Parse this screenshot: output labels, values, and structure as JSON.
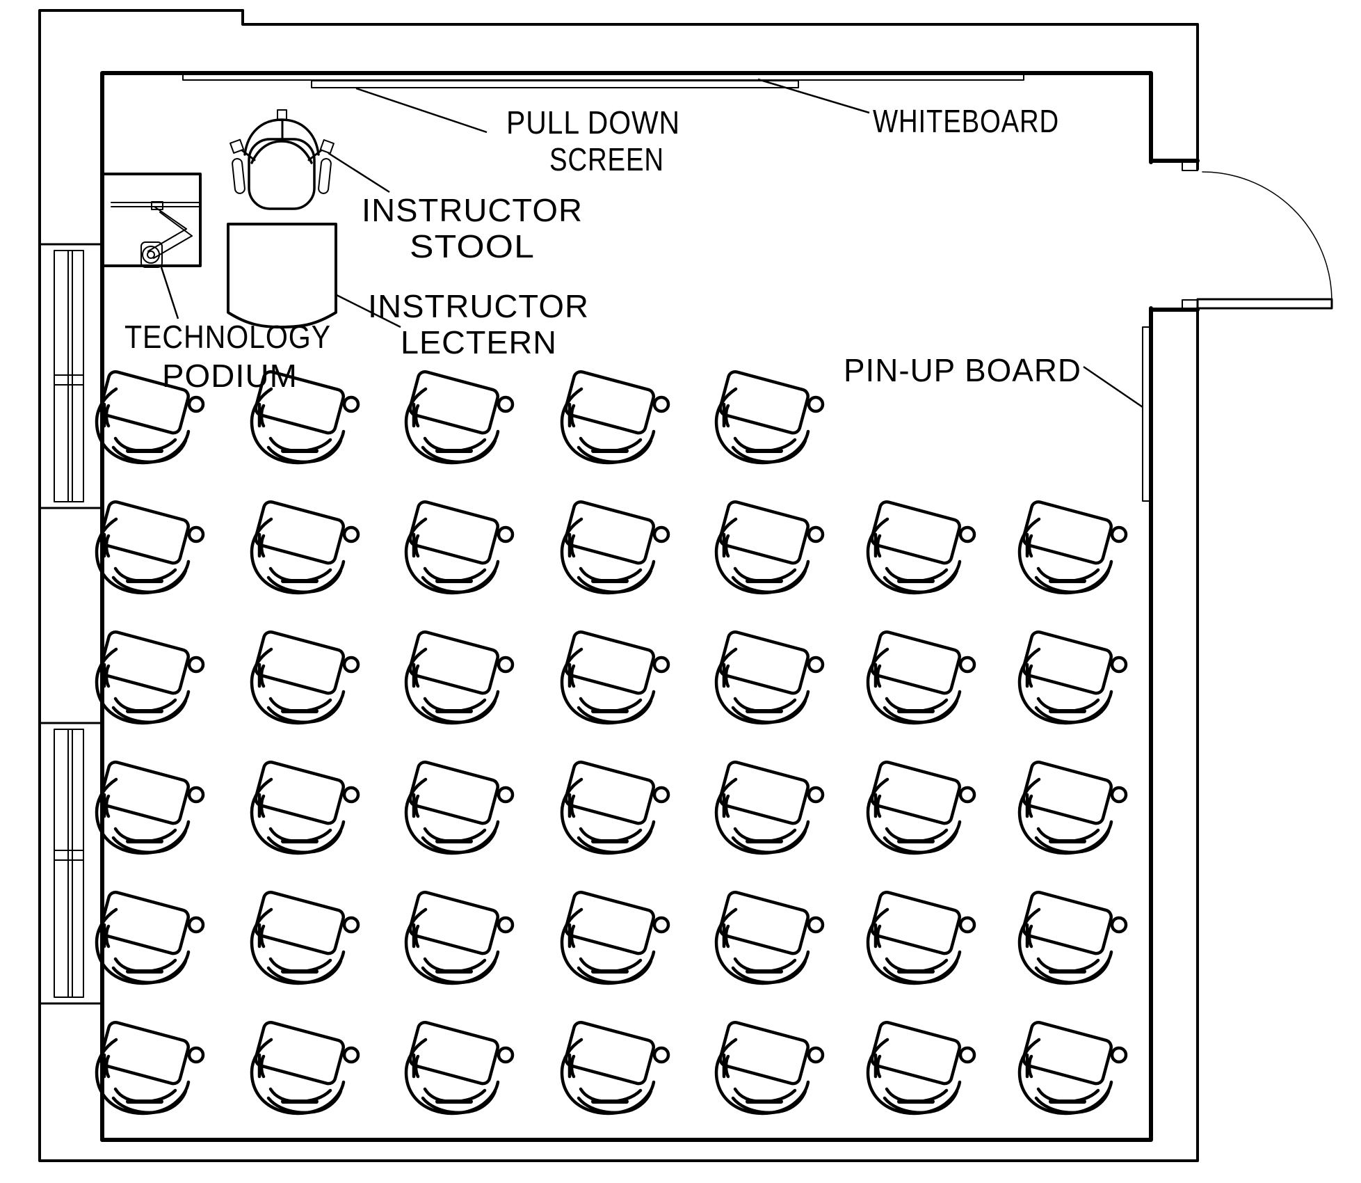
{
  "document": {
    "type": "classroom-floor-plan",
    "ink_color": "#000000",
    "paper_color": "#ffffff"
  },
  "labels": {
    "pull_down_screen": {
      "line1": "PULL DOWN",
      "line2": "SCREEN"
    },
    "whiteboard": "WHITEBOARD",
    "instructor_stool": {
      "line1": "INSTRUCTOR",
      "line2": "STOOL"
    },
    "instructor_lectern": {
      "line1": "INSTRUCTOR",
      "line2": "LECTERN"
    },
    "technology_podium": {
      "line1": "TECHNOLOGY",
      "line2": "PODIUM"
    },
    "pin_up_board": "PIN-UP BOARD"
  },
  "fixtures": [
    "pull-down-screen",
    "whiteboard",
    "instructor-stool",
    "instructor-lectern",
    "technology-podium",
    "pin-up-board",
    "door",
    "window-bay",
    "window-bay"
  ],
  "seating": {
    "chair_type": "tablet-arm-chair",
    "rows": [
      5,
      7,
      7,
      7,
      7,
      7
    ],
    "total_chairs": 40
  }
}
